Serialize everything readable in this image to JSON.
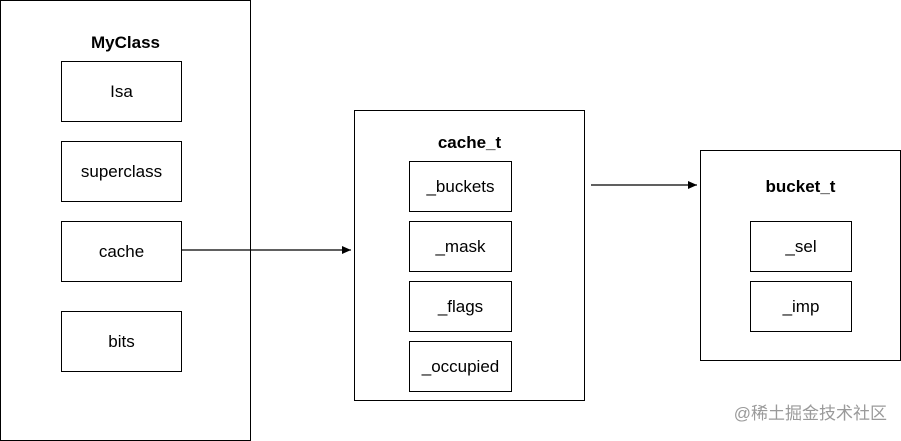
{
  "myclass": {
    "title": "MyClass",
    "fields": [
      "Isa",
      "superclass",
      "cache",
      "bits"
    ]
  },
  "cache_t": {
    "title": "cache_t",
    "fields": [
      "_buckets",
      "_mask",
      "_flags",
      "_occupied"
    ]
  },
  "bucket_t": {
    "title": "bucket_t",
    "fields": [
      "_sel",
      "_imp"
    ]
  },
  "watermark": {
    "text": "@稀土掘金技术社区"
  }
}
